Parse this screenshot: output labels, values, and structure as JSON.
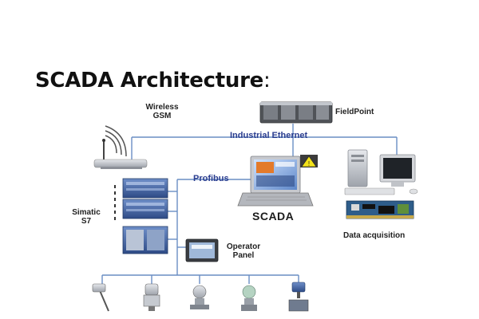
{
  "slide": {
    "title": "SCADA Architecture",
    "title_suffix": ":"
  },
  "diagram": {
    "nodes": {
      "wireless_gsm": {
        "line1": "Wireless",
        "line2": "GSM"
      },
      "fieldpoint": {
        "label": "FieldPoint"
      },
      "scada": {
        "label": "SCADA"
      },
      "simatic": {
        "line1": "Simatic",
        "line2": "S7"
      },
      "operator_panel": {
        "line1": "Operator",
        "line2": "Panel"
      },
      "data_acquisition": {
        "label": "Data acquisition"
      }
    },
    "buses": {
      "industrial_ethernet": {
        "label": "Industrial Ethernet"
      },
      "profibus": {
        "label": "Profibus"
      }
    },
    "field_devices_count": 5
  },
  "colors": {
    "bus_line": "#6a8ec4",
    "label_blue": "#2a3d8f",
    "device_gray": "#b8bcc4",
    "plc_blue": "#3d5e9c"
  }
}
